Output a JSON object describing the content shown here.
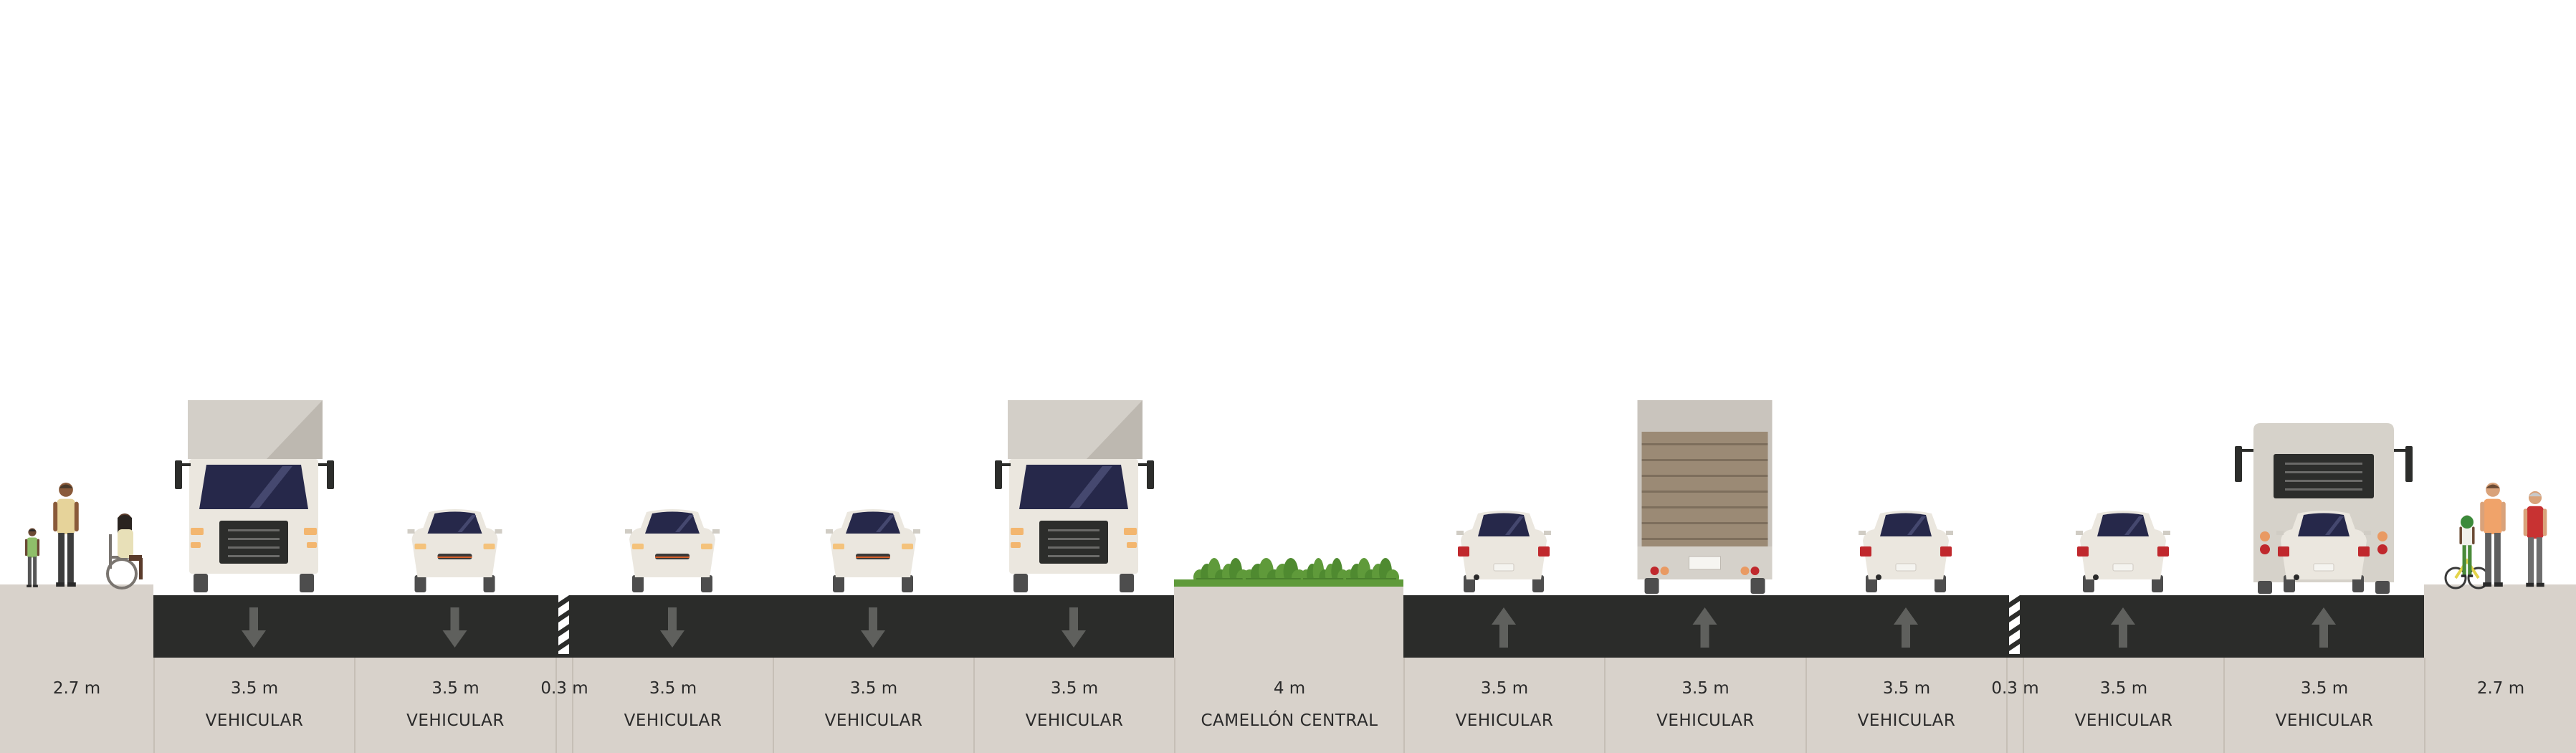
{
  "colors": {
    "ground": "#d8d2cb",
    "asphalt": "#2b2c2a",
    "divider_line": "#c6bfb6",
    "arrow": "#5f605d",
    "vegetation": "#5f9a3a",
    "vehicle_body": "#ebe7df",
    "windshield": "#26284a"
  },
  "segments": [
    {
      "kind": "sidewalk",
      "width_label": "2.7 m",
      "name": ""
    },
    {
      "kind": "lane",
      "width_label": "3.5 m",
      "name": "VEHICULAR",
      "direction": "down",
      "vehicle": "box-truck-front"
    },
    {
      "kind": "lane",
      "width_label": "3.5 m",
      "name": "VEHICULAR",
      "direction": "down",
      "vehicle": "car-front"
    },
    {
      "kind": "divider",
      "width_label": "0.3 m",
      "name": ""
    },
    {
      "kind": "lane",
      "width_label": "3.5 m",
      "name": "VEHICULAR",
      "direction": "down",
      "vehicle": "car-front"
    },
    {
      "kind": "lane",
      "width_label": "3.5 m",
      "name": "VEHICULAR",
      "direction": "down",
      "vehicle": "car-front"
    },
    {
      "kind": "lane",
      "width_label": "3.5 m",
      "name": "VEHICULAR",
      "direction": "down",
      "vehicle": "box-truck-front"
    },
    {
      "kind": "median",
      "width_label": "4 m",
      "name": "CAMELLÓN CENTRAL"
    },
    {
      "kind": "lane",
      "width_label": "3.5 m",
      "name": "VEHICULAR",
      "direction": "up",
      "vehicle": "car-rear"
    },
    {
      "kind": "lane",
      "width_label": "3.5 m",
      "name": "VEHICULAR",
      "direction": "up",
      "vehicle": "box-truck-rear"
    },
    {
      "kind": "lane",
      "width_label": "3.5 m",
      "name": "VEHICULAR",
      "direction": "up",
      "vehicle": "car-rear"
    },
    {
      "kind": "divider",
      "width_label": "0.3 m",
      "name": ""
    },
    {
      "kind": "lane",
      "width_label": "3.5 m",
      "name": "VEHICULAR",
      "direction": "up",
      "vehicle": "car-rear"
    },
    {
      "kind": "lane",
      "width_label": "3.5 m",
      "name": "VEHICULAR",
      "direction": "up",
      "vehicle": "bus-and-car-rear"
    },
    {
      "kind": "sidewalk",
      "width_label": "2.7 m",
      "name": ""
    }
  ]
}
